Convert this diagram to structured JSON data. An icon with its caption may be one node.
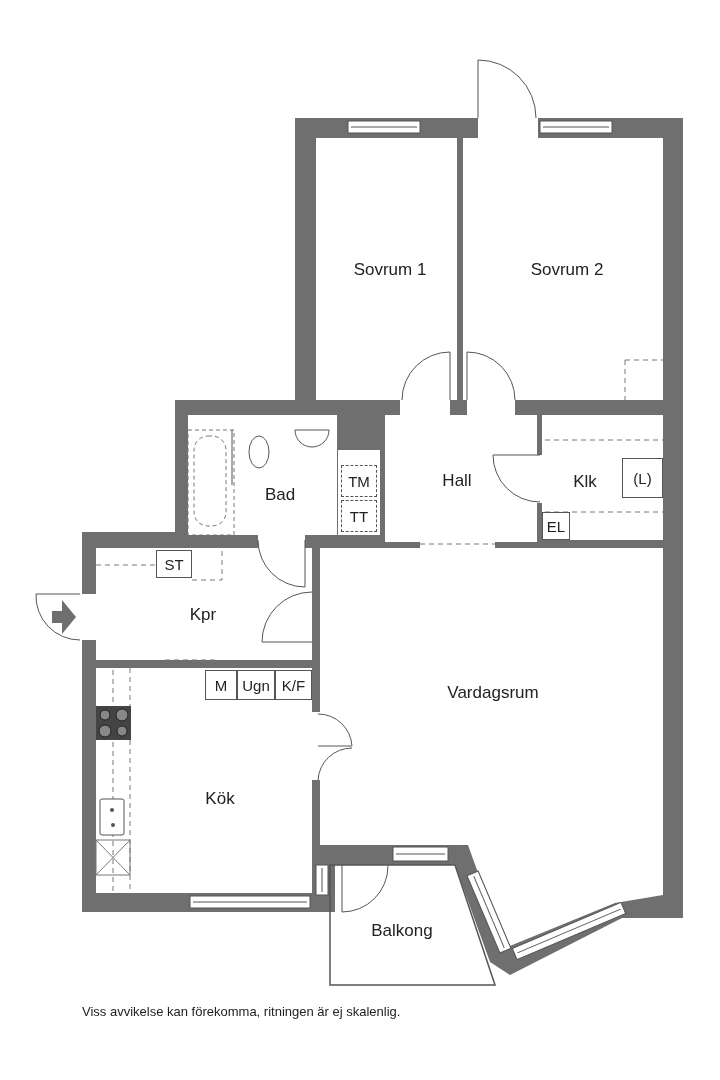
{
  "diagram": {
    "caption": "Viss avvikelse kan förekomma, ritningen är ej skalenlig.",
    "nodes": [
      {
        "text": [
          "Sovrum 1"
        ]
      },
      {
        "text": [
          "Sovrum 2"
        ]
      },
      {
        "text": [
          "Bad"
        ]
      },
      {
        "text": [
          "TM"
        ]
      },
      {
        "text": [
          "TT"
        ]
      },
      {
        "text": [
          "Hall"
        ]
      },
      {
        "text": [
          "Klk"
        ]
      },
      {
        "text": [
          "(L)"
        ],
        "in": 6
      },
      {
        "text": [
          "EL"
        ],
        "in": 6
      },
      {
        "text": [
          "Kpr"
        ]
      },
      {
        "text": [
          "ST"
        ],
        "in": 9
      },
      {
        "text": [
          "Kök"
        ]
      },
      {
        "text": [
          "M"
        ],
        "in": 11
      },
      {
        "text": [
          "Ugn"
        ],
        "in": 11
      },
      {
        "text": [
          "K/F"
        ],
        "in": 11
      },
      {
        "text": [
          "Vardagsrum"
        ]
      },
      {
        "text": [
          "Balkong"
        ]
      }
    ]
  }
}
